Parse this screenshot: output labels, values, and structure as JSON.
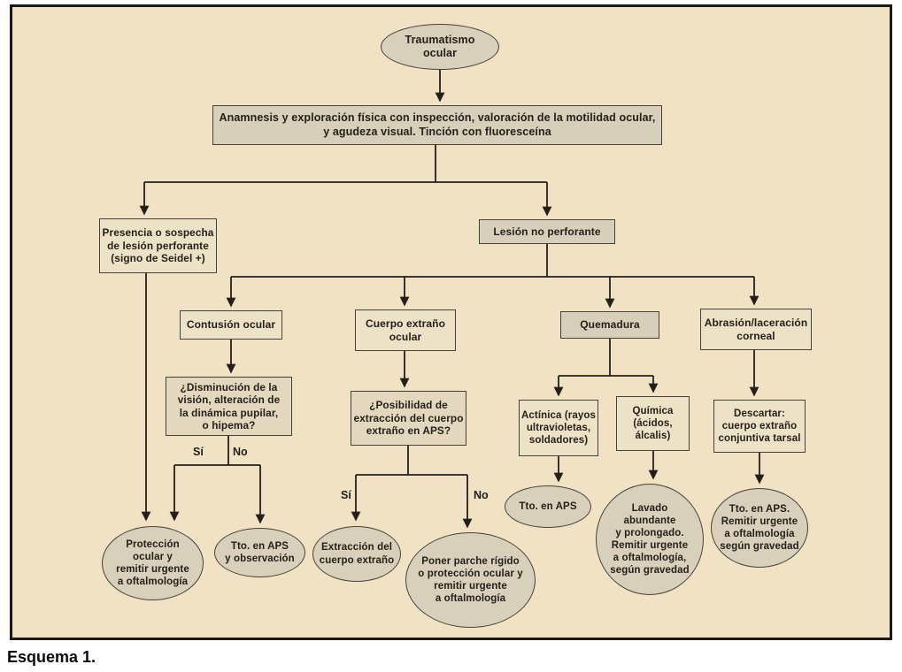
{
  "caption": "Esquema 1.",
  "colors": {
    "panel_background": "#f1e2c3",
    "panel_border": "#1a1a1a",
    "box_light_fill": "#eee2c6",
    "box_mid_fill": "#e3d8be",
    "box_dark_fill": "#d8cfba",
    "oval_fill": "#d9d0bb",
    "line_color": "#23201b",
    "text_color": "#24201a"
  },
  "diagram": {
    "root": "Traumatismo\nocular",
    "assessment": "Anamnesis y exploración física con inspección, valoración de la motilidad ocular,\ny agudeza visual. Tinción con fluoresceína",
    "perforating": "Presencia o sospecha\nde lesión perforante\n(signo de Seidel +)",
    "nonperforating": "Lesión no perforante",
    "contusion": "Contusión ocular",
    "foreign_body": "Cuerpo extraño\nocular",
    "burn": "Quemadura",
    "abrasion": "Abrasión/laceración\ncorneal",
    "vision_question": "¿Disminución de la\nvisión, alteración de\nla dinámica pupilar,\no hipema?",
    "extraction_question": "¿Posibilidad de\nextracción del cuerpo\nextraño en APS?",
    "actinic": "Actínica (rayos\nultravioletas,\nsoldadores)",
    "chemical": "Química\n(ácidos,\nálcalis)",
    "discard": "Descartar:\ncuerpo extraño\nconjuntiva tarsal",
    "protection_oval": "Protección\nocular y\nremitir urgente\na oftalmología",
    "tto_observation_oval": "Tto. en APS\ny observación",
    "extraction_oval": "Extracción del\ncuerpo extraño",
    "patch_oval": "Poner parche rígido\no protección ocular y\nremitir urgente\na oftalmología",
    "tto_aps_oval": "Tto. en APS",
    "lavado_oval": "Lavado\nabundante\ny prolongado.\nRemitir urgente\na oftalmología,\nsegún gravedad",
    "tto_remitir_oval": "Tto. en APS.\nRemitir urgente\na oftalmología\nsegún gravedad",
    "labels": {
      "yes1": "Sí",
      "no1": "No",
      "yes2": "Sí",
      "no2": "No"
    }
  }
}
